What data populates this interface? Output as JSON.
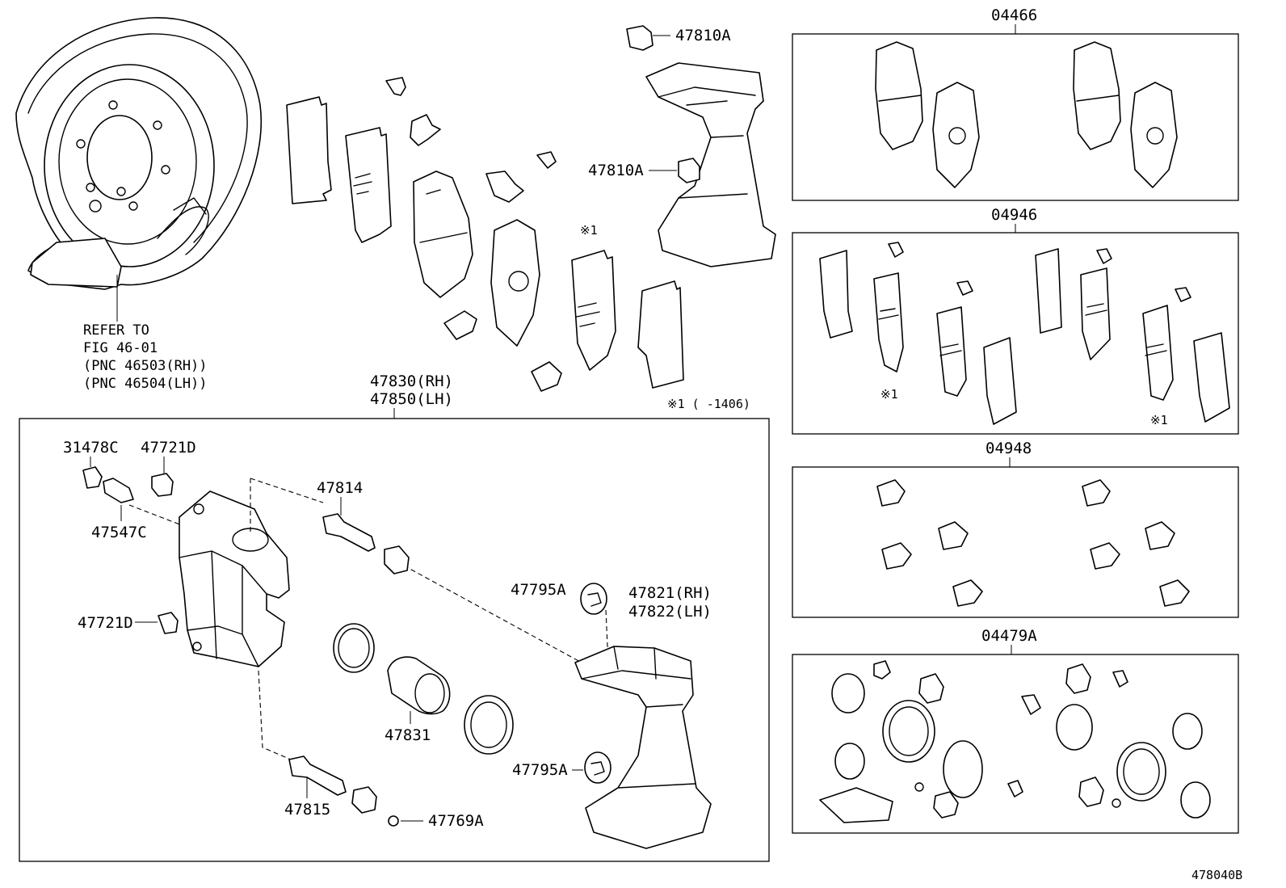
{
  "diagram_code": "478040B",
  "reference": {
    "line1": "REFER TO",
    "line2": "FIG 46-01",
    "line3": "(PNC 46503(RH))",
    "line4": "(PNC 46504(LH))"
  },
  "top_labels": {
    "bolt_top": "47810A",
    "bolt_mid": "47810A",
    "pad_note_mark": "※1",
    "pad_note": "※1 (     -1406)"
  },
  "caliper_assy": {
    "rh": "47830(RH)",
    "lh": "47850(LH)"
  },
  "caliper_parts": {
    "bleeder_plug": "31478C",
    "bleeder_screw": "47547C",
    "bolt_upper": "47721D",
    "bolt_lower": "47721D",
    "slide_pin_upper": "47814",
    "slide_pin_lower": "47815",
    "piston": "47831",
    "mounting_rh": "47821(RH)",
    "mounting_lh": "47822(LH)",
    "plate_upper": "47795A",
    "plate_lower": "47795A",
    "bushing": "47769A"
  },
  "kits": [
    {
      "code": "04466"
    },
    {
      "code": "04946",
      "mark_left": "※1",
      "mark_right": "※1"
    },
    {
      "code": "04948"
    },
    {
      "code": "04479A"
    }
  ]
}
